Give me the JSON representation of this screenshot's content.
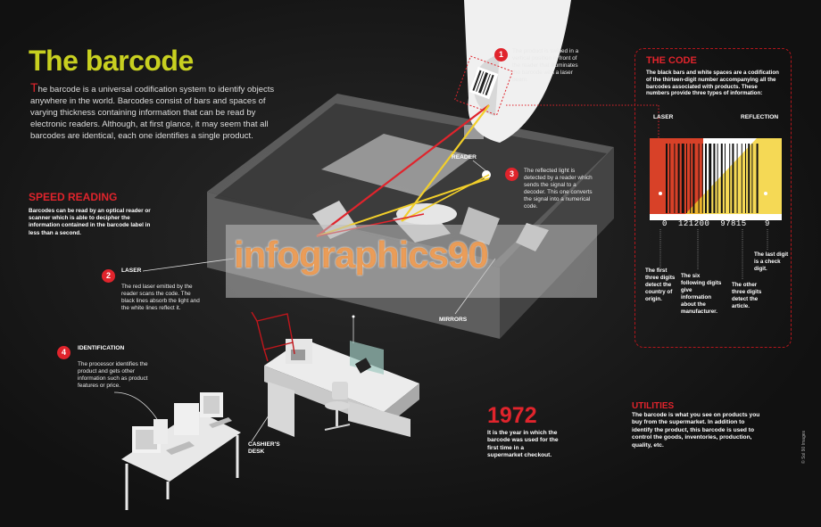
{
  "title": "The barcode",
  "intro": {
    "first_letter": "T",
    "text": "he barcode is a universal codification system to identify objects anywhere in the world. Barcodes consist of bars and spaces of varying thickness containing information that can be read by electronic readers. Although, at first glance, it may seem that all barcodes are identical, each one identifies a single product."
  },
  "speed_reading": {
    "heading": "SPEED READING",
    "text": "Barcodes can be read by an optical reader or scanner which is able to decipher the information contained in the barcode label in less than a second."
  },
  "steps": [
    {
      "number": "1",
      "text": "The product is swiped in a vertical position in front of the reader that illuminates the barcode with a laser beam."
    },
    {
      "number": "2",
      "label": "LASER",
      "text": "The red laser emitted by the reader scans the code. The black lines absorb the light and the white lines reflect it."
    },
    {
      "number": "3",
      "text": "The reflected light is detected by a reader which sends the signal to a decoder. This one converts the signal into a numerical code."
    },
    {
      "number": "4",
      "label": "IDENTIFICATION",
      "text": "The processor identifies the product and gets other information such as product features or price."
    }
  ],
  "labels": {
    "reader": "READER",
    "mirrors": "MIRRORS",
    "cashiers_desk": "CASHIER'S DESK"
  },
  "code": {
    "heading": "THE CODE",
    "text": "The black bars and white spaces are a codification of the thirteen-digit number accompanying all the barcodes associated with products. These numbers provide three types of information:",
    "laser_label": "LASER",
    "reflection_label": "REFLECTION",
    "digits": {
      "first": "0",
      "middle": "121200  97815",
      "last": "9"
    },
    "notes": [
      "The first three digits detect the country of origin.",
      "The six following digits give information about the manufacturer.",
      "The other three digits detect the article.",
      "The last digit is a check digit."
    ]
  },
  "year": {
    "value": "1972",
    "text": "It is the year in which the barcode was used for the first time in a supermarket checkout."
  },
  "utilities": {
    "heading": "UTILITIES",
    "text": "The barcode is what you see on products you buy from the supermarket. In addition to identify the product, this barcode is used to control the goods, inventories, production, quality, etc."
  },
  "watermark": "infographics90",
  "credit": "© Sol 90 Images",
  "colors": {
    "accent_red": "#e0242c",
    "title_green": "#c8d020",
    "laser_yellow": "#f2cf2a"
  }
}
